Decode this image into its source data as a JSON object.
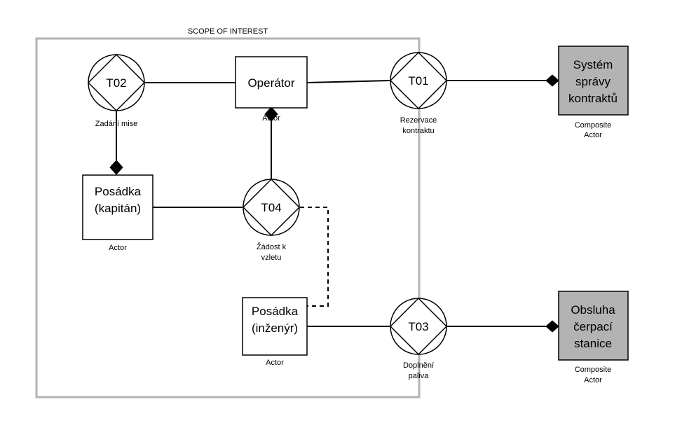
{
  "scope": {
    "title": "SCOPE OF INTEREST"
  },
  "actors": {
    "operator": {
      "label": "Operátor",
      "caption": "Actor"
    },
    "crew_captain": {
      "line1": "Posádka",
      "line2": "(kapitán)",
      "caption": "Actor"
    },
    "crew_engineer": {
      "line1": "Posádka",
      "line2": "(inženýr)",
      "caption": "Actor"
    }
  },
  "composite_actors": {
    "contracts": {
      "line1": "Systém",
      "line2": "správy",
      "line3": "kontraktů",
      "caption1": "Composite",
      "caption2": "Actor"
    },
    "pump": {
      "line1": "Obsluha",
      "line2": "čerpací",
      "line3": "stanice",
      "caption1": "Composite",
      "caption2": "Actor"
    }
  },
  "transactions": {
    "t01": {
      "code": "T01",
      "line1": "Rezervace",
      "line2": "kontraktu"
    },
    "t02": {
      "code": "T02",
      "line1": "Zadání mise"
    },
    "t03": {
      "code": "T03",
      "line1": "Doplnění",
      "line2": "paliva"
    },
    "t04": {
      "code": "T04",
      "line1": "Žádost k",
      "line2": "vzletu"
    }
  },
  "colors": {
    "scope_border": "#b3b3b3",
    "composite_fill": "#b3b3b3",
    "stroke": "#000000"
  }
}
